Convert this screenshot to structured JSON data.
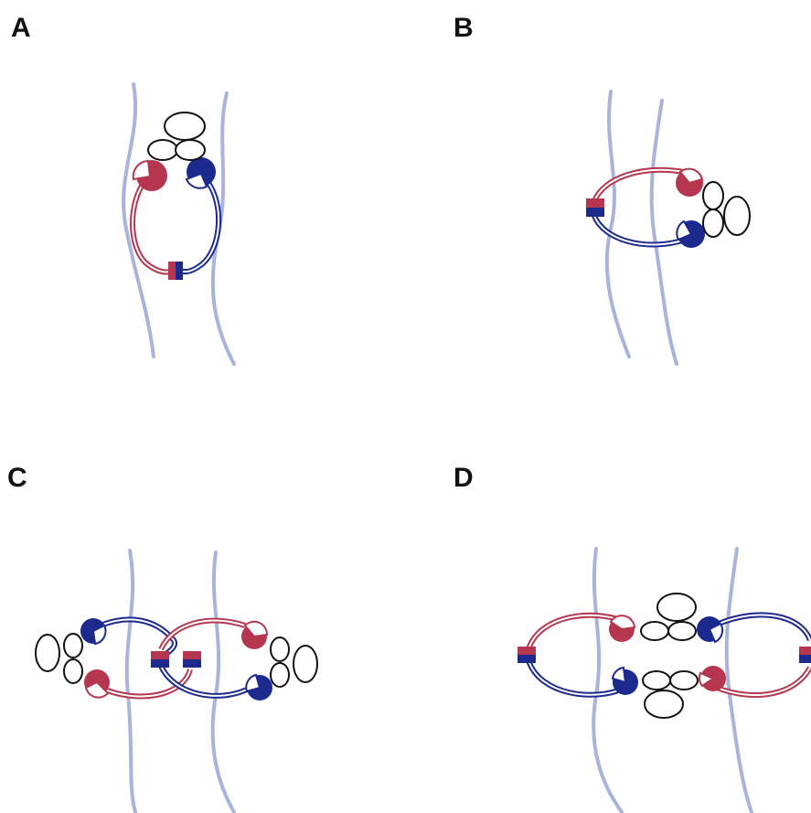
{
  "panels": {
    "a": {
      "label": "A"
    },
    "b": {
      "label": "B"
    },
    "c": {
      "label": "C"
    },
    "d": {
      "label": "D"
    }
  },
  "colors": {
    "red": "#b5364e",
    "red_light": "#e6a3b0",
    "blue": "#1c2a8e",
    "blue_light": "#8d94d0",
    "chromatin": "#a8b4dc",
    "outline": "#111111"
  }
}
